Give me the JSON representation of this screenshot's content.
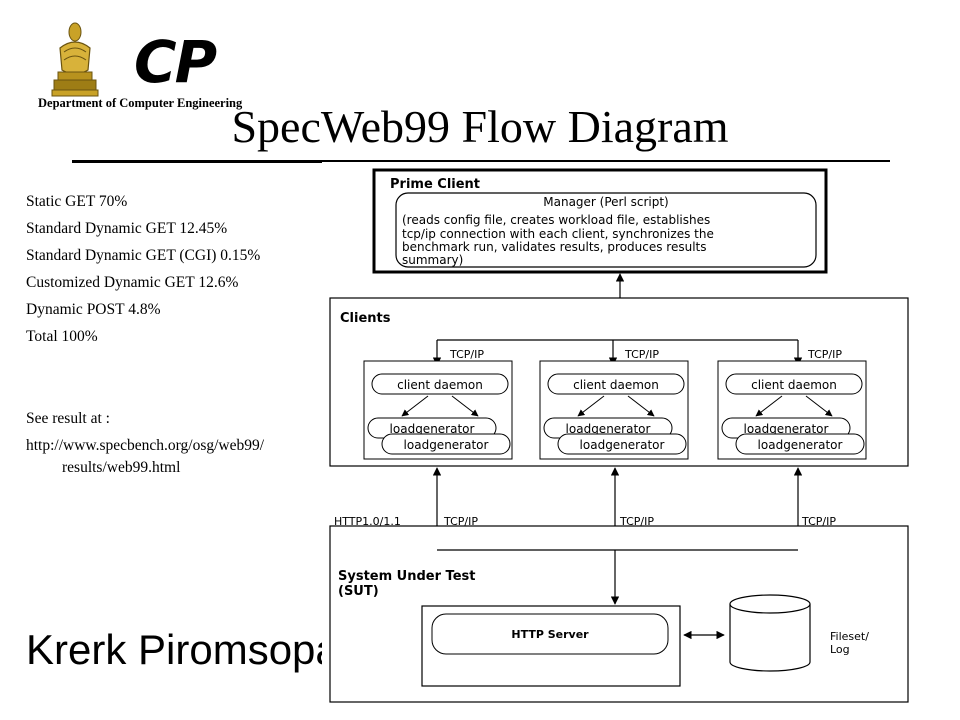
{
  "logo": {
    "mark": "CP",
    "department": "Department of Computer Engineering",
    "seal_icon": "university-seal-icon"
  },
  "title": "SpecWeb99 Flow Diagram",
  "workload": [
    "Static GET   70%",
    "Standard Dynamic GET 12.45%",
    "Standard Dynamic GET (CGI) 0.15%",
    "Customized Dynamic GET 12.6%",
    "Dynamic POST 4.8%",
    "Total 100%"
  ],
  "see_result": {
    "label": "See result at :",
    "url_line1": "http://www.specbench.org/osg/web99/",
    "url_line2": "results/web99.html"
  },
  "footer_name": "Krerk Piromsopa",
  "diagram": {
    "prime_client": {
      "title": "Prime Client",
      "manager": "Manager (Perl script)",
      "description": [
        "(reads config file, creates workload file, establishes",
        "tcp/ip connection with each client, synchronizes the",
        "benchmark run, validates results, produces results",
        "summary)"
      ]
    },
    "clients": {
      "title": "Clients",
      "protocol": "TCP/IP",
      "daemon": "client daemon",
      "generator": "loadgenerator"
    },
    "network": {
      "http_label": "HTTP1.0/1.1",
      "protocol": "TCP/IP"
    },
    "sut": {
      "title_line1": "System Under Test",
      "title_line2": "(SUT)",
      "server": "HTTP Server",
      "storage_line1": "Fileset/",
      "storage_line2": "Log"
    }
  }
}
